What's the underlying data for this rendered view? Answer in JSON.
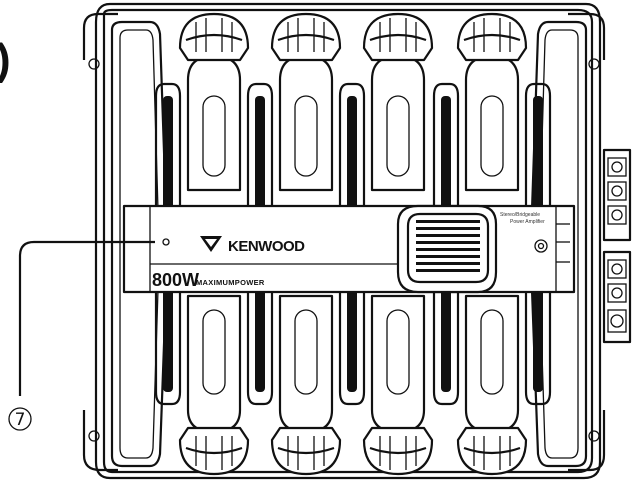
{
  "diagram": {
    "partial_marker": ")",
    "callout": {
      "number": "7"
    },
    "faceplate": {
      "brand_name": "KENWOOD",
      "power_big": "800W",
      "power_small": "MAXIMUMPOWER",
      "small_print_line1": "Stereo/Bridgeable",
      "small_print_line2": "Power Amplifier"
    }
  }
}
